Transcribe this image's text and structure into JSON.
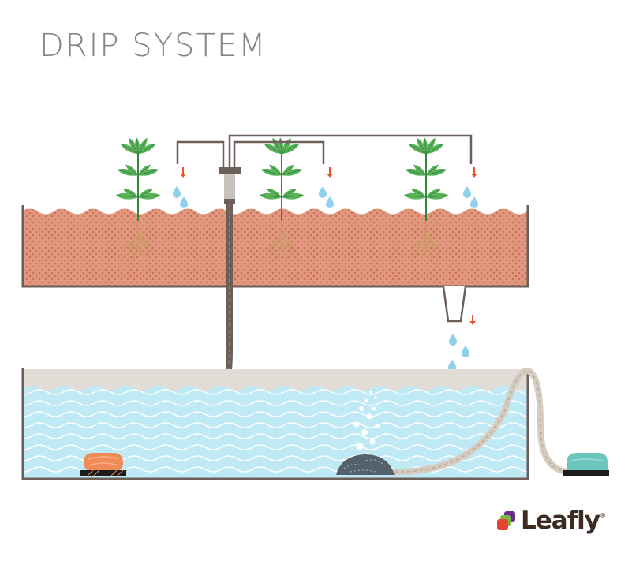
{
  "title": "DRIP SYSTEM",
  "brand": {
    "name": "Leafly",
    "mark": "®"
  },
  "components": {
    "plants": [
      "plant",
      "plant",
      "plant"
    ],
    "grow_tray": "growing medium tray",
    "reservoir": "nutrient reservoir",
    "pump": "submersible pump",
    "air_stone": "air stone",
    "air_pump": "air pump",
    "drip_lines": "drip emitter lines",
    "return_drain": "return drain"
  },
  "colors": {
    "title": "#8a8480",
    "medium": "#e2987f",
    "medium_dots": "#c9735a",
    "water": "#bfeaf5",
    "water_waves": "#ffffff",
    "reservoir_top": "#e1ddd6",
    "pipe": "#6b5f58",
    "hose": "#d5cbbf",
    "arrow": "#e8512a",
    "drop": "#8dd1ea",
    "leaf": "#5cb35b",
    "leaf_dark": "#2f8a3d",
    "roots": "#c99a63",
    "pump": "#ef8b57",
    "air_pump": "#6cc6bc",
    "stone": "#55616a",
    "base": "#1c1c1c",
    "logo_red": "#e34530",
    "logo_green": "#7ab648",
    "logo_purple": "#6d2e8a",
    "logo_text": "#3d2b22"
  }
}
